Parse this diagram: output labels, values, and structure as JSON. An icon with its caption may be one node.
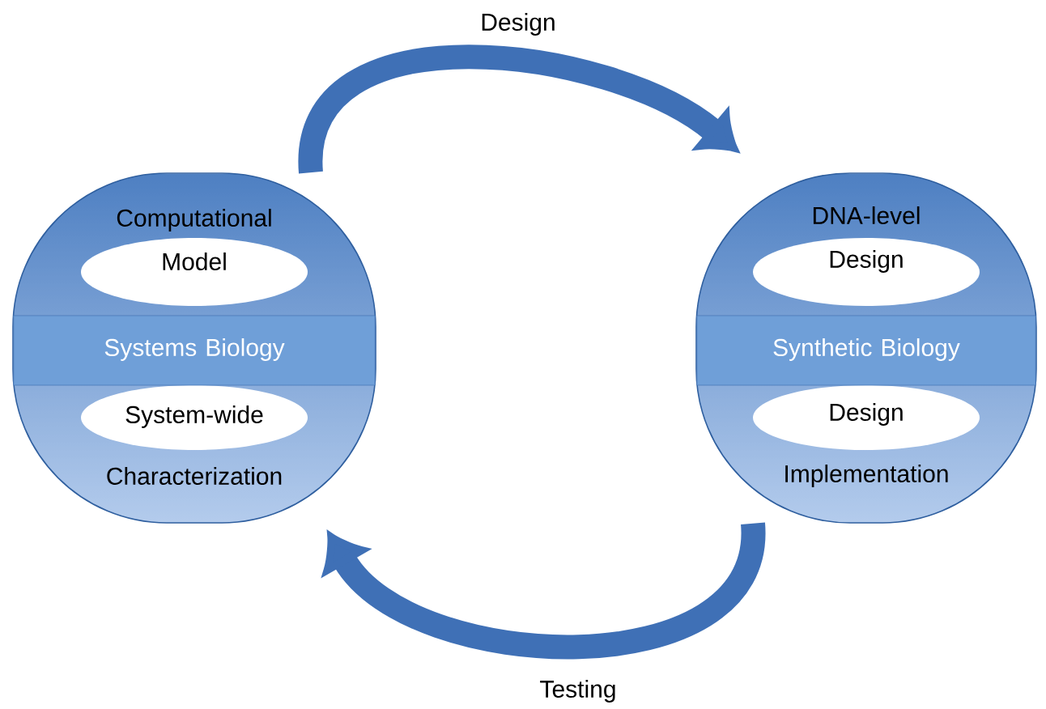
{
  "diagram": {
    "nodes": [
      {
        "text": [
          "Computational Model",
          "Systems Biology",
          "System-wide Characterization"
        ]
      },
      {
        "text": [
          "DNA-level Design",
          "Synthetic Biology",
          "Design Implementation"
        ]
      }
    ],
    "edges": [
      {
        "from": 0,
        "to": 1,
        "arrow": "to",
        "label": "Design"
      },
      {
        "from": 1,
        "to": 0,
        "arrow": "to",
        "label": "Testing"
      }
    ]
  }
}
